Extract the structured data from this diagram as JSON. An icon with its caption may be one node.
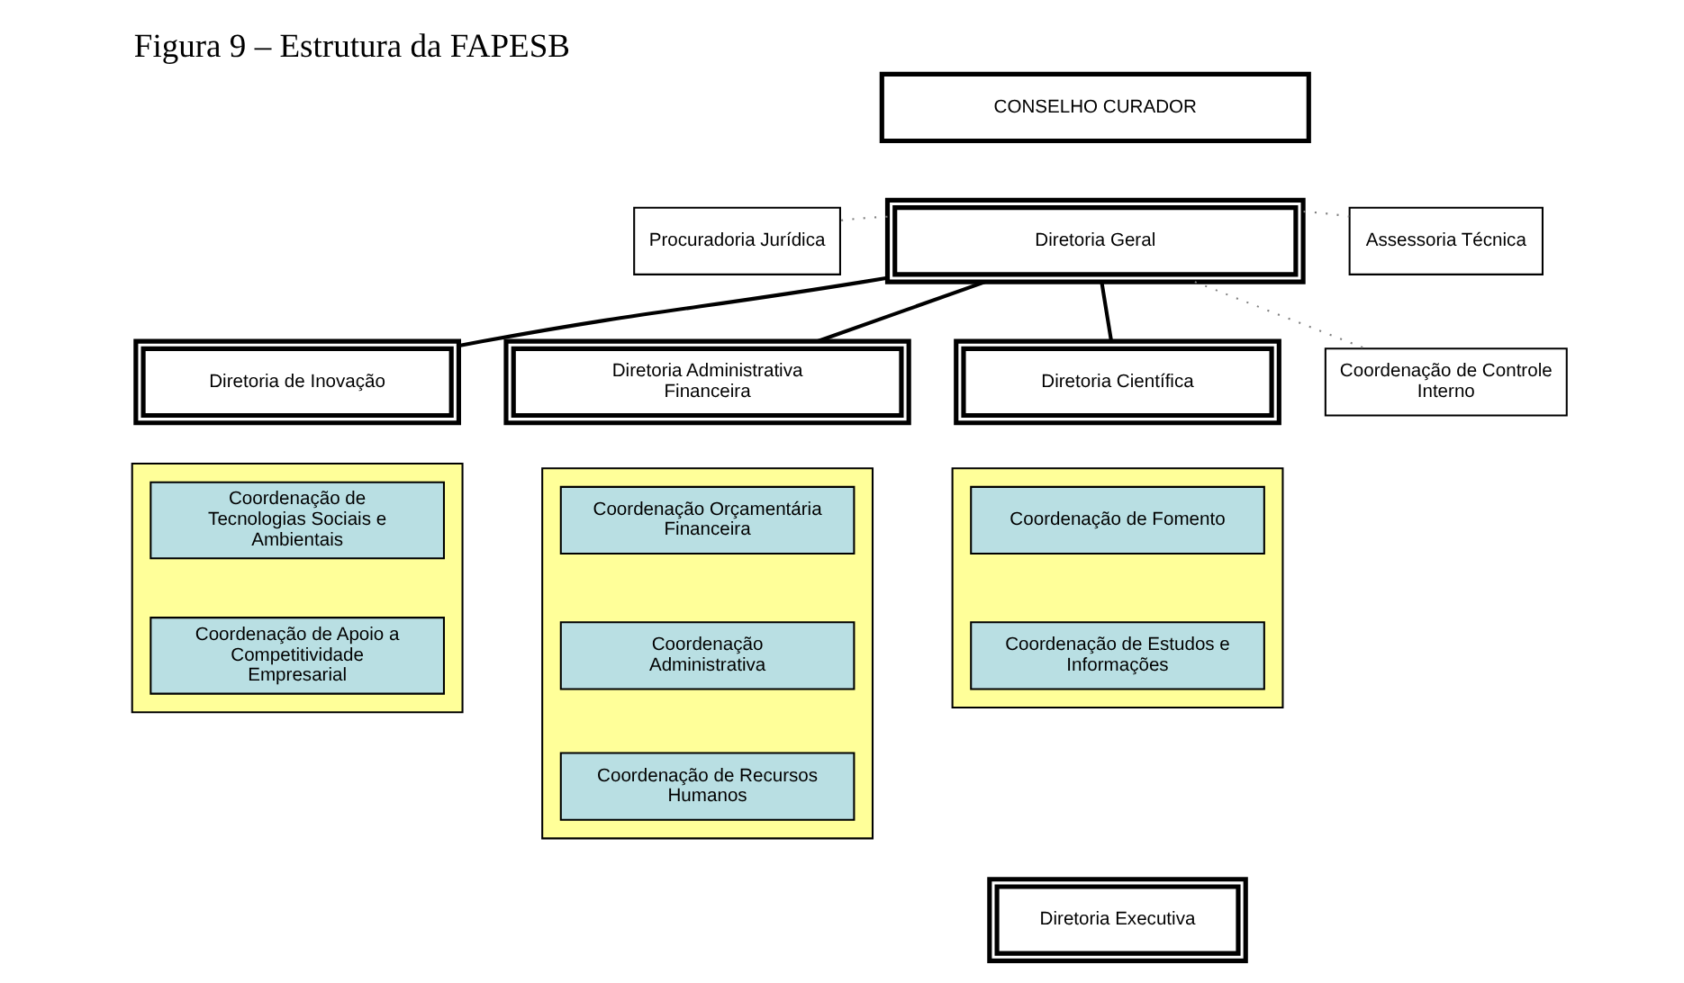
{
  "diagram": {
    "title": "Figura 9 – Estrutura da FAPESB",
    "nodes": [
      {
        "text": [
          "CONSELHO CURADOR"
        ]
      },
      {
        "text": [
          "Procuradoria Jurídica"
        ]
      },
      {
        "text": [
          "Diretoria Geral"
        ]
      },
      {
        "text": [
          "Assessoria Técnica"
        ]
      },
      {
        "text": [
          "Coordenação de Controle Interno"
        ]
      },
      {
        "text": [
          "Diretoria de Inovação"
        ]
      },
      {
        "text": [
          "Diretoria Administrativa Financeira"
        ]
      },
      {
        "text": [
          "Diretoria Científica"
        ]
      },
      {
        "text": [],
        "shape": "box"
      },
      {
        "text": [
          "Coordenação de Tecnologias Sociais e Ambientais"
        ],
        "in": 8
      },
      {
        "text": [
          "Coordenação de Apoio a Competitividade Empresarial"
        ],
        "in": 8
      },
      {
        "text": [],
        "shape": "box"
      },
      {
        "text": [
          "Coordenação Orçamentária Financeira"
        ],
        "in": 11
      },
      {
        "text": [
          "Coordenação Administrativa"
        ],
        "in": 11
      },
      {
        "text": [
          "Coordenação de Recursos Humanos"
        ],
        "in": 11
      },
      {
        "text": [],
        "shape": "box"
      },
      {
        "text": [
          "Coordenação de Fomento"
        ],
        "in": 15
      },
      {
        "text": [
          "Coordenação de Estudos e Informações"
        ],
        "in": 15
      },
      {
        "text": [
          "Diretoria Executiva"
        ]
      }
    ],
    "edges": [
      {
        "from": 2,
        "to": 1,
        "arrow": "none",
        "style": "dashed",
        "color": "#808080"
      },
      {
        "from": 2,
        "to": 3,
        "arrow": "none",
        "style": "dashed",
        "color": "#808080"
      },
      {
        "from": 2,
        "to": 4,
        "arrow": "none",
        "style": "dashed",
        "color": "#808080"
      },
      {
        "from": 2,
        "to": 5,
        "arrow": "none",
        "color": "#000000"
      },
      {
        "from": 2,
        "to": 6,
        "arrow": "none",
        "color": "#000000"
      },
      {
        "from": 2,
        "to": 7,
        "arrow": "none",
        "color": "#000000"
      }
    ]
  }
}
